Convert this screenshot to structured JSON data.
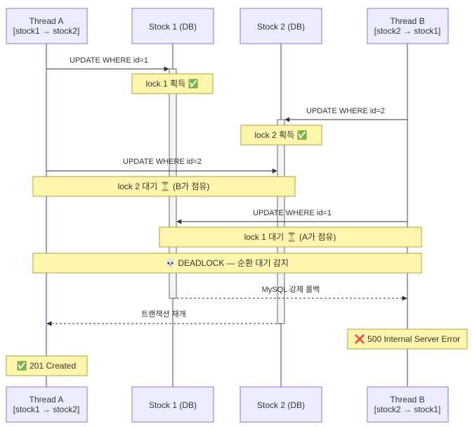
{
  "actors": {
    "thread_a": {
      "line1": "Thread A",
      "line2": "[stock1 → stock2]"
    },
    "stock1": {
      "line1": "Stock 1 (DB)"
    },
    "stock2": {
      "line1": "Stock 2 (DB)"
    },
    "thread_b": {
      "line1": "Thread B",
      "line2": "[stock2 → stock1]"
    }
  },
  "messages": {
    "m1": "UPDATE WHERE id=1",
    "m2": "UPDATE WHERE id=2",
    "m3": "UPDATE WHERE id=2",
    "m4": "UPDATE WHERE id=1",
    "m5": "MySQL 강제 롤백",
    "m6": "트랜잭션 재개"
  },
  "notes": {
    "n1": "lock 1 획득 ✅",
    "n2": "lock 2 획득 ✅",
    "n3": "lock 2 대기 ⏳ (B가 점유)",
    "n4": "lock 1 대기 ⏳ (A가 점유)",
    "n5": "💀 DEADLOCK — 순환 대기 감지",
    "n6": "❌ 500 Internal Server Error",
    "n7": "✅ 201 Created"
  },
  "colors": {
    "actor_fill": "#ECECFF",
    "actor_stroke": "#9370DB",
    "note_fill": "#FFF5AD",
    "note_stroke": "#AAAA33",
    "line": "#333333"
  }
}
